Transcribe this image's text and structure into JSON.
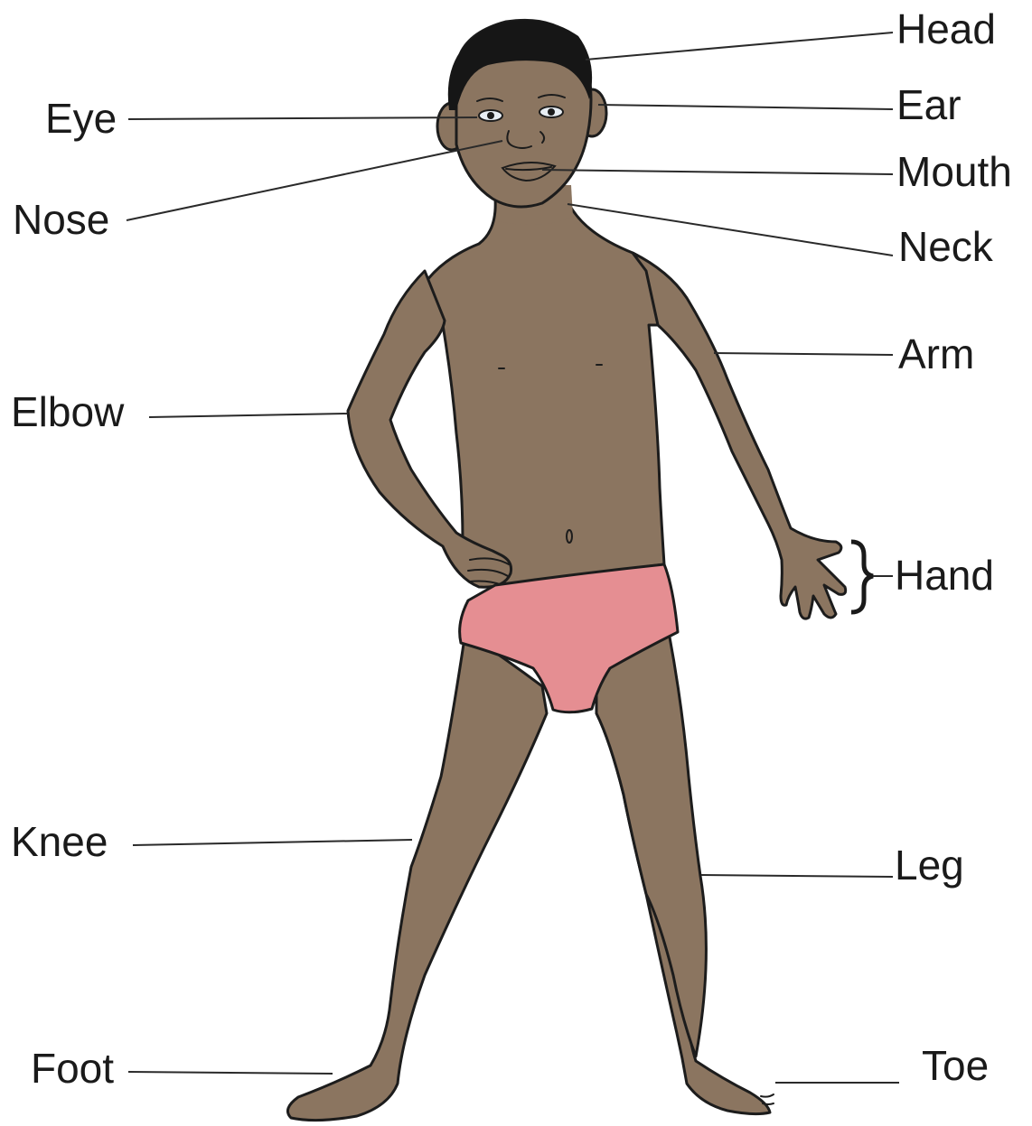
{
  "colors": {
    "skin": "#8b7560",
    "hair": "#161616",
    "underwear": "#e58e92",
    "outline": "#1c1c1c",
    "leader": "#2a2a2a",
    "background": "#ffffff"
  },
  "labels": {
    "head": "Head",
    "ear": "Ear",
    "mouth": "Mouth",
    "neck": "Neck",
    "arm": "Arm",
    "hand": "Hand",
    "leg": "Leg",
    "toe": "Toe",
    "eye": "Eye",
    "nose": "Nose",
    "elbow": "Elbow",
    "knee": "Knee",
    "foot": "Foot"
  }
}
